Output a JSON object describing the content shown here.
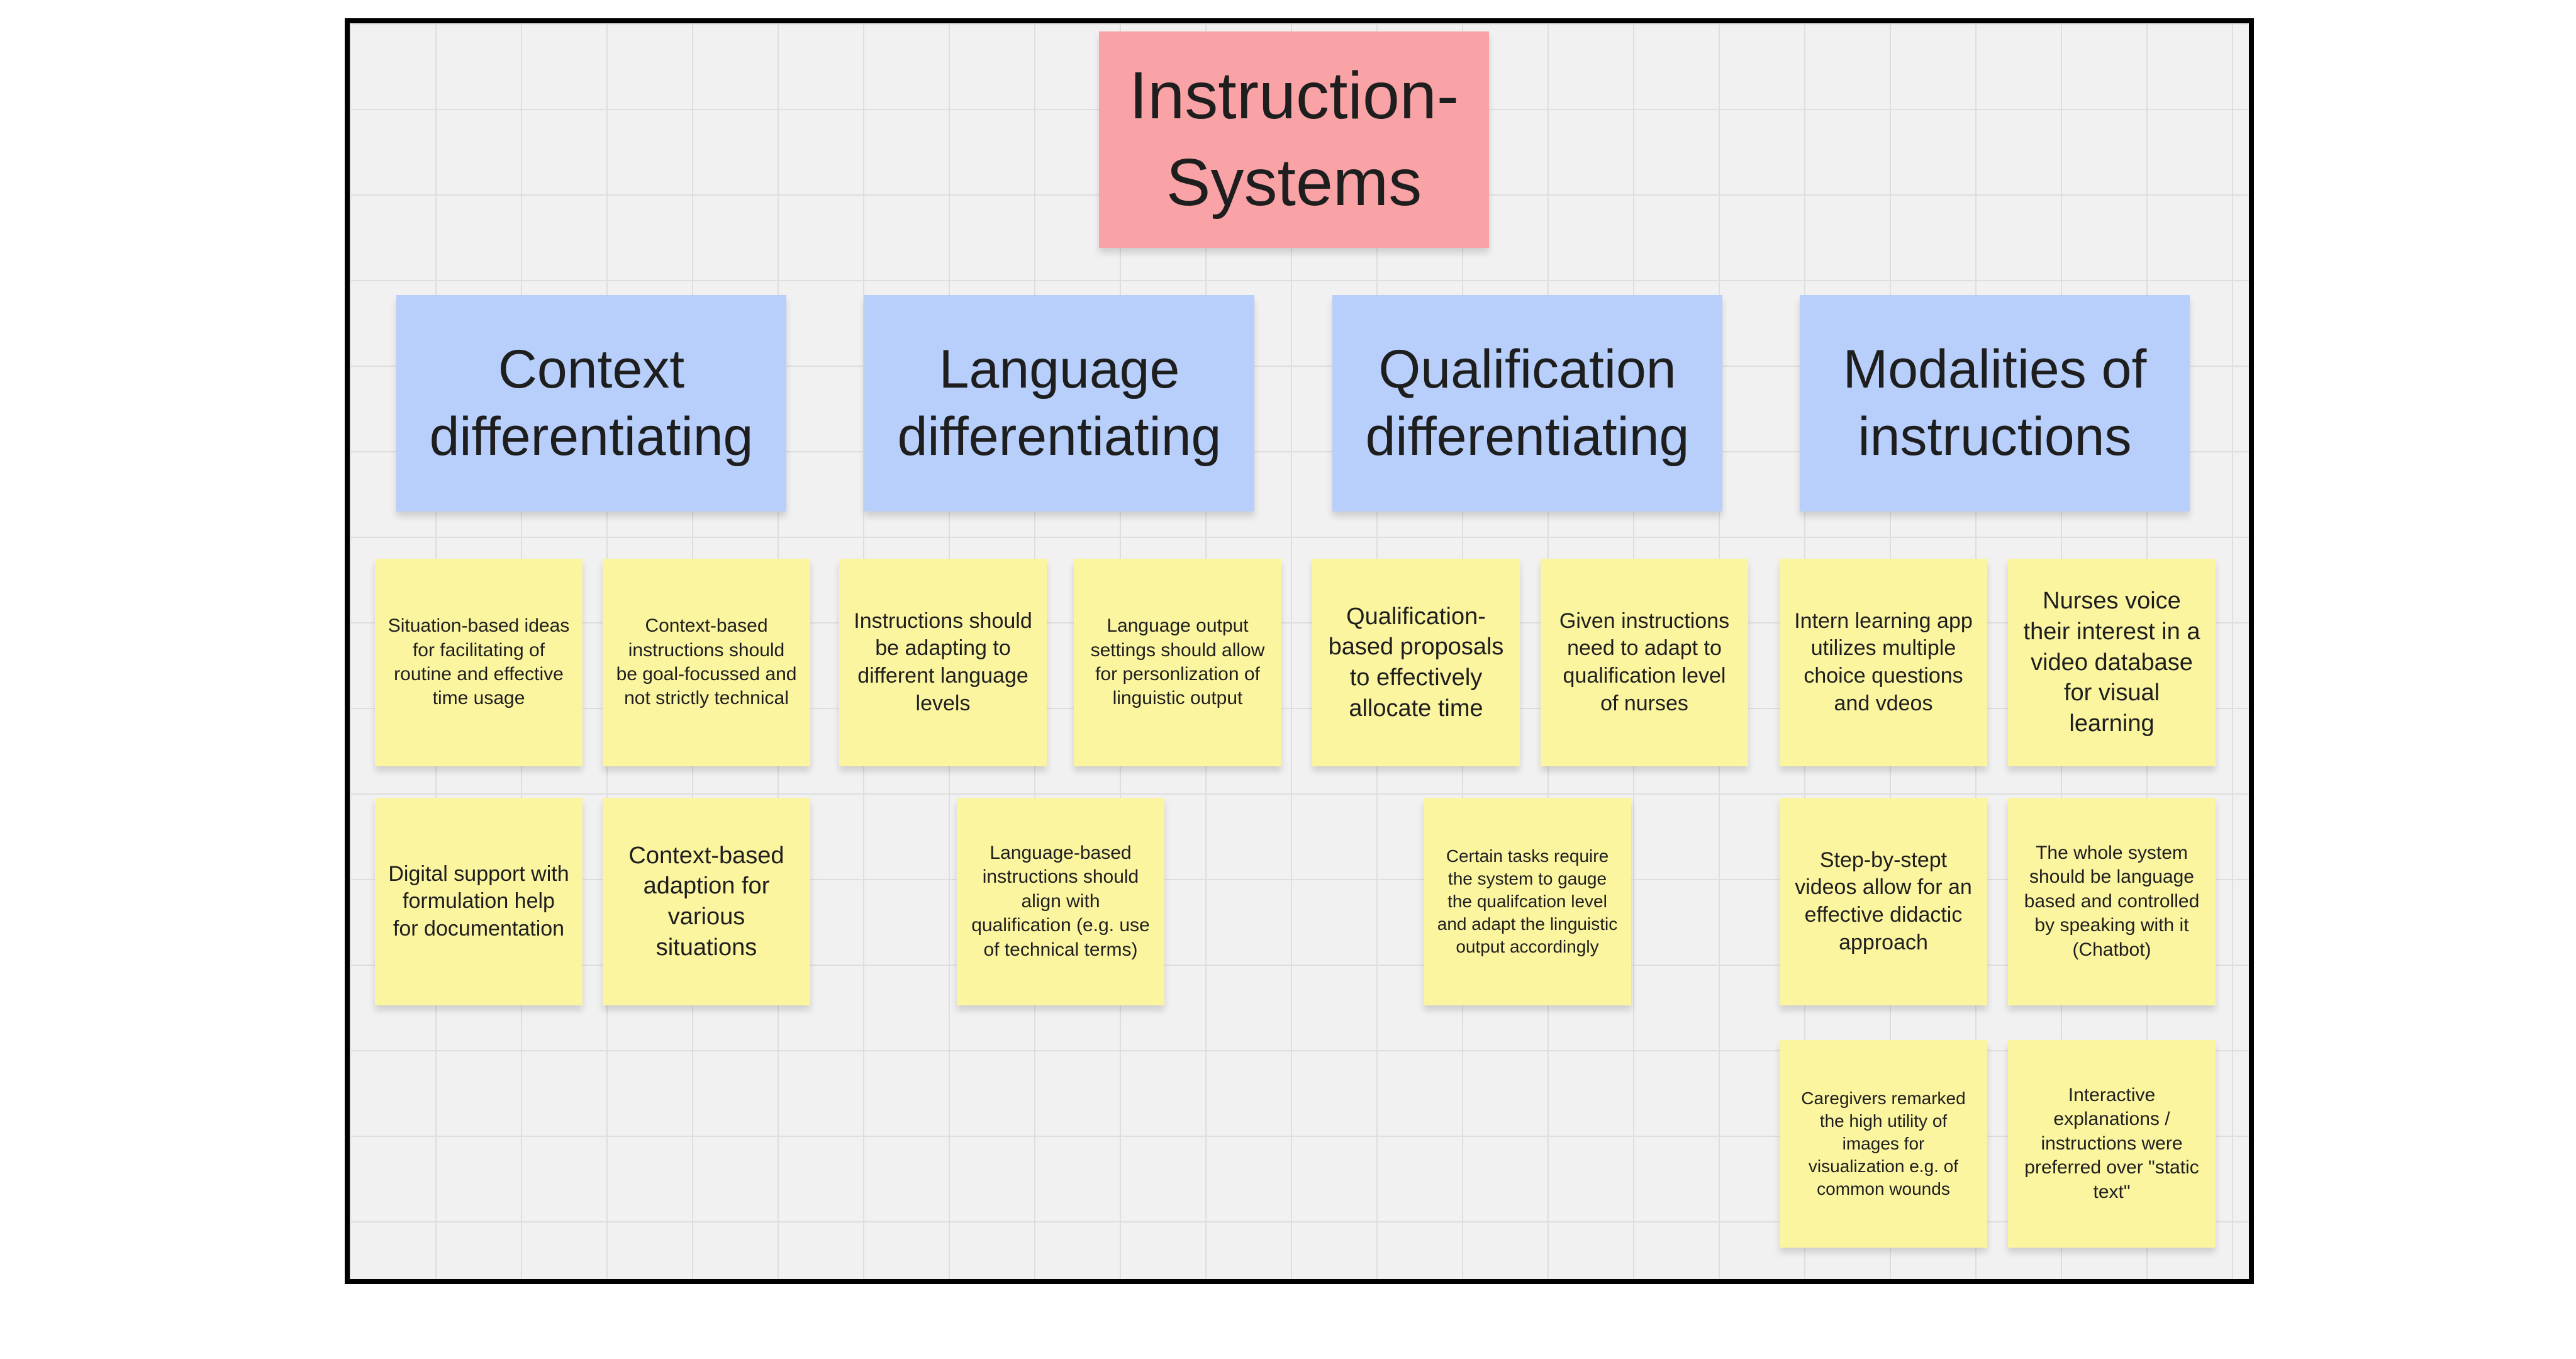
{
  "title": "Instruction-\nSystems",
  "categories": [
    "Context differentiating",
    "Language differentiating",
    "Qualification differentiating",
    "Modalities of instructions"
  ],
  "notes": {
    "context": [
      "Situation-based ideas for facilitating of routine and effective time usage",
      "Context-based instructions should be goal-focussed and not strictly technical",
      "Digital support with formulation help for documentation",
      "Context-based adaption for various situations"
    ],
    "language": [
      "Instructions should be adapting to different language levels",
      "Language output settings should allow for personlization of linguistic output",
      "Language-based instructions should align with qualification (e.g. use of technical terms)"
    ],
    "qualification": [
      "Qualification-based proposals to effectively allocate time",
      "Given instructions need to adapt to qualification level of nurses",
      "Certain tasks require the system to gauge the qualifcation level and adapt the linguistic output accordingly"
    ],
    "modalities": [
      "Intern learning app utilizes multiple choice questions and vdeos",
      "Nurses voice their interest in a video database for visual learning",
      "Step-by-stept videos allow for an effective didactic approach",
      "The whole system should be language based and controlled by speaking with it (Chatbot)",
      "Caregivers remarked the high utility of images for visualization e.g. of common wounds",
      "Interactive explanations / instructions were preferred over \"static text\""
    ]
  },
  "colors": {
    "title_note": "#f9a3a7",
    "category_note": "#b7cffa",
    "sticky_note": "#fbf5a0",
    "board_background": "#f1f1f1",
    "board_border": "#000000"
  }
}
